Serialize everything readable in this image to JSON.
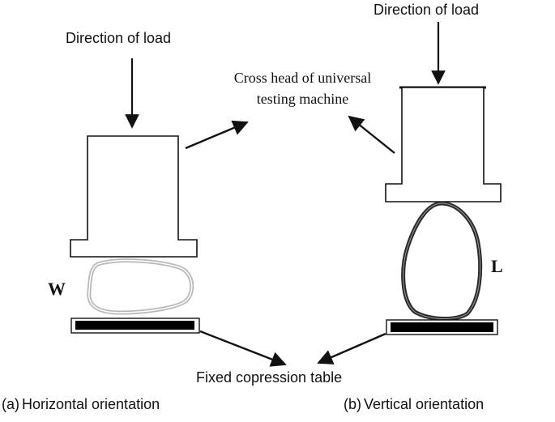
{
  "labels": {
    "direction_load_left": "Direction of load",
    "direction_load_right": "Direction of load",
    "crosshead_line1": "Cross head of universal",
    "crosshead_line2": "testing machine",
    "w_label": "W",
    "l_label": "L",
    "table_label": "Fixed copression table"
  },
  "captions": {
    "a_marker": "(a)",
    "a_text": "Horizontal orientation",
    "b_marker": "(b)",
    "b_text": "Vertical orientation"
  },
  "colors": {
    "line": "#111111",
    "specimen_light": "#b8b8b8",
    "specimen_dark": "#2a2a2a",
    "table_fill": "#000000"
  }
}
